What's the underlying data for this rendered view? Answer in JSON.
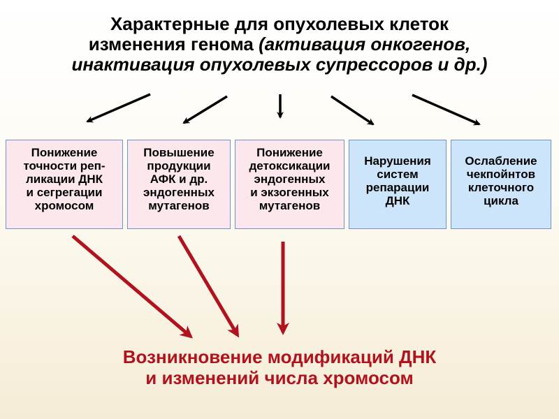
{
  "title": {
    "line1": "Характерные для опухолевых клеток",
    "line2_plain": "изменения генома ",
    "line2_italic": "(активация онкогенов,",
    "line3_italic": "инактивация опухолевых супрессоров и др.)"
  },
  "boxes": [
    {
      "text": "Понижение\nточности реп-\nликации ДНК\nи сегрегации\nхромосом",
      "color": "#fbe7ec"
    },
    {
      "text": "Повышение\nпродукции\nАФК и др.\nэндогенных\nмутагенов",
      "color": "#fbe7ec"
    },
    {
      "text": "Понижение\nдетоксикации\nэндогенных\nи экзогенных\nмутагенов",
      "color": "#fbe7ec"
    },
    {
      "text": "Нарушения\nсистем\nрепарации\nДНК",
      "color": "#cde5fb"
    },
    {
      "text": "Ослабление\nчекпойнтов\nклеточного\nцикла",
      "color": "#cde5fb"
    }
  ],
  "result": {
    "line1": "Возникновение модификаций ДНК",
    "line2": "и изменений числа хромосом",
    "color": "#b0121e"
  },
  "colors": {
    "box_border": "#6f93c8",
    "black_arrow": "#000000",
    "red_arrow": "#b0121e"
  }
}
